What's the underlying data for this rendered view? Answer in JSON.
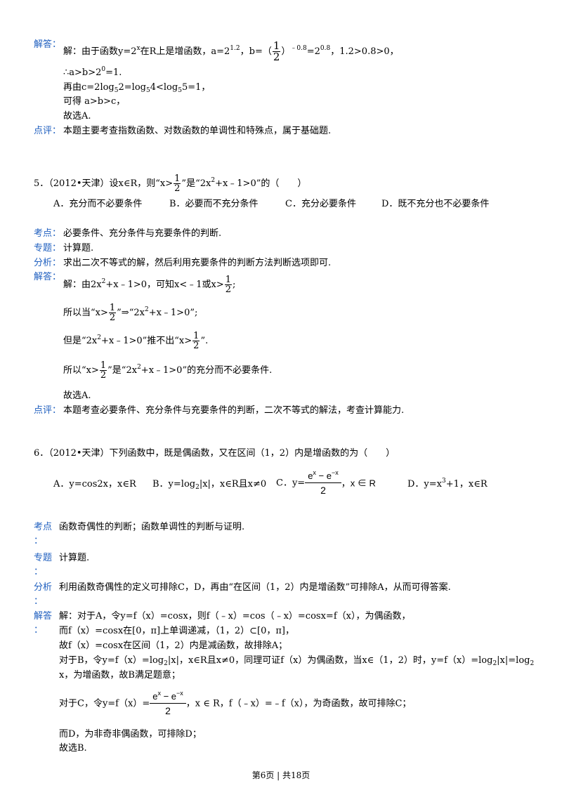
{
  "q4": {
    "jieda_label": "解答：",
    "l1a": "解：由于函数y=2",
    "l1b": "在R上是增函数，a=2",
    "l1c": "，b=（",
    "l1d": "）",
    "l1e": "=2",
    "l1f": "，1.2>0.8>0，",
    "sup_x": "x",
    "sup_12": "1.2",
    "sup_neg08": "﹣0.8",
    "sup_08": "0.8",
    "frac_n": "1",
    "frac_d": "2",
    "l2a": "∴a>b>2",
    "l2sup": "0",
    "l2b": "=1.",
    "l3a": "再由c=2log",
    "l3sub1": "5",
    "l3b": "2=log",
    "l3sub2": "5",
    "l3c": "4<log",
    "l3sub3": "5",
    "l3d": "5=1，",
    "l4": "可得 a>b>c，",
    "l5": "故选A.",
    "dianping_label": "点评：",
    "dianping": "本题主要考查指数函数、对数函数的单调性和特殊点，属于基础题."
  },
  "q5": {
    "stem_a": "5．（2012•天津）设x∈R，则“x>",
    "stem_b": "”是“2x",
    "stem_sup": "2",
    "stem_c": "+x﹣1>0”的（　　）",
    "half_n": "1",
    "half_d": "2",
    "optA": "A．充分而不必要条件",
    "optB": "B．必要而不充分条件",
    "optC": "C．充分必要条件",
    "optD": "D．既不充分也不必要条件",
    "kaodian_label": "考点：",
    "kaodian": "必要条件、充分条件与充要条件的判断.",
    "zhuanti_label": "专题：",
    "zhuanti": "计算题.",
    "fenxi_label": "分析：",
    "fenxi": "求出二次不等式的解，然后利用充要条件的判断方法判断选项即可.",
    "jieda_label": "解答：",
    "s1a": "解：由2x",
    "s1sup": "2",
    "s1b": "+x﹣1>0，可知x<﹣1或x>",
    "s1c": ";",
    "s2a": "所以当“x>",
    "s2b": "”⇒“2x",
    "s2sup": "2",
    "s2c": "+x﹣1>0”;",
    "s3a": "但是“2x",
    "s3sup": "2",
    "s3b": "+x﹣1>0”推不出“x>",
    "s3c": "”.",
    "s4a": "所以“x>",
    "s4b": "”是“2x",
    "s4sup": "2",
    "s4c": "+x﹣1>0”的充分而不必要条件.",
    "s5": "故选A.",
    "dianping_label": "点评：",
    "dianping": "本题考查必要条件、充分条件与充要条件的判断，二次不等式的解法，考查计算能力."
  },
  "q6": {
    "stem": "6．（2012•天津）下列函数中，既是偶函数，又在区间（1，2）内是增函数的为（　　）",
    "optA": "A．y=cos2x，x∈R",
    "optB_a": "B．y=log",
    "optB_sub": "2",
    "optB_b": "|x|，x∈R且x≠0",
    "optC_a": "C．y=",
    "optC_num": "e",
    "optC_num_sup1": "x",
    "optC_num_mid": " − e",
    "optC_num_sup2": "−x",
    "optC_den": "2",
    "optC_b": "，x ∈ R",
    "optD_a": "D．y=x",
    "optD_sup": "3",
    "optD_b": "+1，x∈R",
    "kaodian_label": "考点",
    "kaodian": "函数奇偶性的判断；函数单调性的判断与证明.",
    "colon": "：",
    "zhuanti_label": "专题",
    "zhuanti": "计算题.",
    "fenxi_label": "分析",
    "fenxi": "利用函数奇偶性的定义可排除C，D，再由“在区间（1，2）内是增函数”可排除A，从而可得答案.",
    "jieda_label": "解答",
    "j1": "解：对于A，令y=f（x）=cosx，则f（﹣x）=cos（﹣x）=cosx=f（x），为偶函数，",
    "j2": "而f（x）=cosx在[0，π]上单调递减，（1，2）⊂[0，π]，",
    "j3": "故f（x）=cosx在区间（1，2）内是减函数，故排除A；",
    "j4a": "对于B，令y=f（x）=log",
    "j4sub": "2",
    "j4b": "|x|，x∈R且x≠0，同理可证f（x）为偶函数，当x∈（1，2）时，y=f（x）=log",
    "j4sub2": "2",
    "j4c": "|x|=log",
    "j4sub3": "2",
    "j5": "x，为增函数，故B满足题意；",
    "j6a": "对于C，令y=f（x）=",
    "j6b": "，x ∈ R，f（﹣x）=﹣f（x），为奇函数，故可排除C；",
    "j7": "而D，为非奇非偶函数，可排除D；",
    "j8": "故选B."
  },
  "footer": "第6页 | 共18页"
}
